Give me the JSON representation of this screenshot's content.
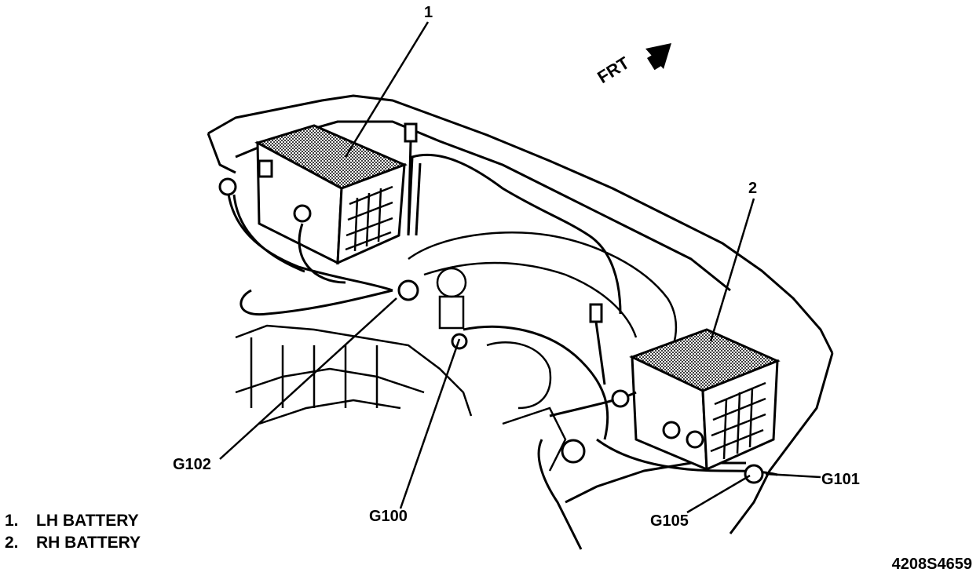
{
  "diagram": {
    "direction_label": "FRT",
    "callouts": {
      "lh_battery_number": "1",
      "rh_battery_number": "2",
      "ground_g102": "G102",
      "ground_g100": "G100",
      "ground_g105": "G105",
      "ground_g101": "G101"
    },
    "legend": [
      {
        "number": "1.",
        "text": "LH BATTERY"
      },
      {
        "number": "2.",
        "text": "RH BATTERY"
      }
    ],
    "figure_id": "4208S4659"
  },
  "colors": {
    "ink": "#000000",
    "paper": "#ffffff",
    "shade": "#555555"
  },
  "icons": [
    "front-direction-arrow-icon"
  ]
}
